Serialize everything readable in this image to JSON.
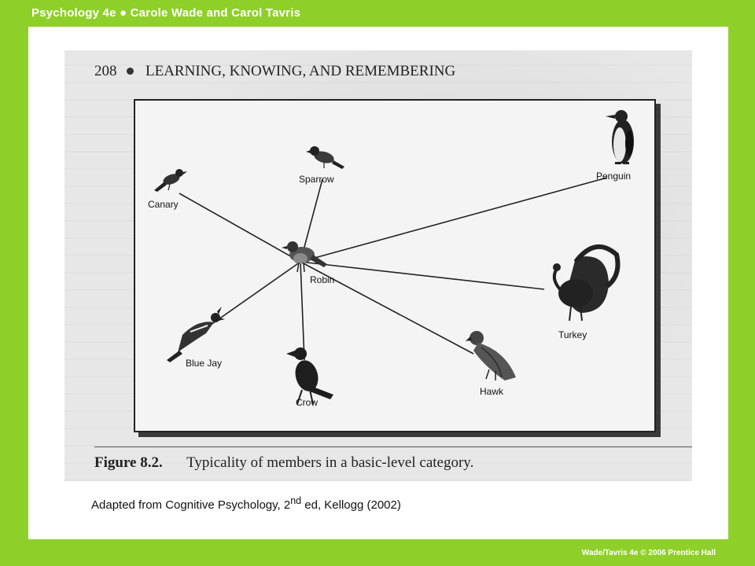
{
  "header": {
    "title": "Psychology 4e ● Carole Wade and Carol Tavris"
  },
  "page": {
    "number": "208",
    "chapter": "LEARNING, KNOWING, AND REMEMBERING",
    "figure_label": "Figure 8.2.",
    "figure_caption": "Typicality of members in a basic-level category."
  },
  "diagram": {
    "center": {
      "label": "Robin"
    },
    "members": [
      {
        "id": "canary",
        "label": "Canary"
      },
      {
        "id": "sparrow",
        "label": "Sparrow"
      },
      {
        "id": "penguin",
        "label": "Penguin"
      },
      {
        "id": "turkey",
        "label": "Turkey"
      },
      {
        "id": "hawk",
        "label": "Hawk"
      },
      {
        "id": "crow",
        "label": "Crow"
      },
      {
        "id": "bluejay",
        "label": "Blue Jay"
      }
    ]
  },
  "credit": {
    "text": "Adapted from Cognitive Psychology, 2",
    "sup": "nd",
    "rest": " ed, Kellogg (2002)"
  },
  "footer": {
    "text": "Wade/Tavris 4e © 2006 Prentice Hall"
  },
  "colors": {
    "frame": "#8fcf2a",
    "ink": "#111111",
    "panel": "#f4f4f4"
  }
}
